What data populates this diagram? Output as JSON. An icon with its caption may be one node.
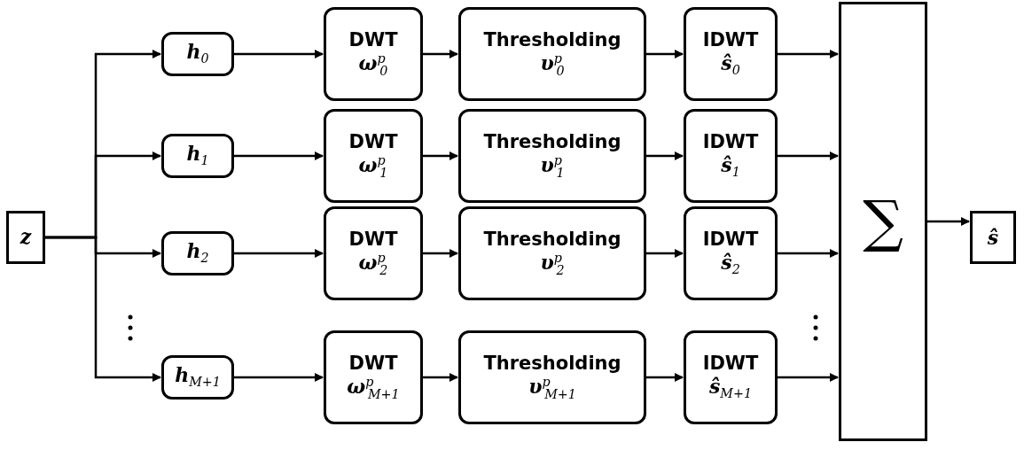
{
  "diagram": {
    "nodes": [
      {
        "text": [
          "**z**"
        ]
      },
      {
        "text": [
          "**h**$_{0}$"
        ]
      },
      {
        "text": [
          "DWT",
          "**ω**$^{p}$$_{0}$"
        ]
      },
      {
        "text": [
          "Thresholding",
          "**υ**$^{p}$$_{0}$"
        ]
      },
      {
        "text": [
          "IDWT",
          "**ŝ**$_{0}$"
        ]
      },
      {
        "text": [
          "**h**$_{1}$"
        ]
      },
      {
        "text": [
          "DWT",
          "**ω**$^{p}$$_{1}$"
        ]
      },
      {
        "text": [
          "Thresholding",
          "**υ**$^{p}$$_{1}$"
        ]
      },
      {
        "text": [
          "IDWT",
          "**ŝ**$_{1}$"
        ]
      },
      {
        "text": [
          "**h**$_{2}$"
        ]
      },
      {
        "text": [
          "DWT",
          "**ω**$^{p}$$_{2}$"
        ]
      },
      {
        "text": [
          "Thresholding",
          "**υ**$^{p}$$_{2}$"
        ]
      },
      {
        "text": [
          "IDWT",
          "**ŝ**$_{2}$"
        ]
      },
      {
        "text": [
          "**h**$_{M+1}$"
        ]
      },
      {
        "text": [
          "DWT",
          "**ω**$^{p}$$_{M+1}$"
        ]
      },
      {
        "text": [
          "Thresholding",
          "**υ**$^{p}$$_{M+1}$"
        ]
      },
      {
        "text": [
          "IDWT",
          "**ŝ**$_{M+1}$"
        ]
      },
      {
        "text": [
          "∑"
        ]
      },
      {
        "text": [
          "**ŝ**"
        ]
      }
    ],
    "edges": [
      {
        "from": 0,
        "to": 1,
        "arrow": "to"
      },
      {
        "from": 0,
        "to": 5,
        "arrow": "to"
      },
      {
        "from": 0,
        "to": 9,
        "arrow": "to"
      },
      {
        "from": 0,
        "to": 13,
        "arrow": "to"
      },
      {
        "from": 1,
        "to": 2,
        "arrow": "to"
      },
      {
        "from": 2,
        "to": 3,
        "arrow": "to"
      },
      {
        "from": 3,
        "to": 4,
        "arrow": "to"
      },
      {
        "from": 4,
        "to": 17,
        "arrow": "to"
      },
      {
        "from": 5,
        "to": 6,
        "arrow": "to"
      },
      {
        "from": 6,
        "to": 7,
        "arrow": "to"
      },
      {
        "from": 7,
        "to": 8,
        "arrow": "to"
      },
      {
        "from": 8,
        "to": 17,
        "arrow": "to"
      },
      {
        "from": 9,
        "to": 10,
        "arrow": "to"
      },
      {
        "from": 10,
        "to": 11,
        "arrow": "to"
      },
      {
        "from": 11,
        "to": 12,
        "arrow": "to"
      },
      {
        "from": 12,
        "to": 17,
        "arrow": "to"
      },
      {
        "from": 13,
        "to": 14,
        "arrow": "to"
      },
      {
        "from": 14,
        "to": 15,
        "arrow": "to"
      },
      {
        "from": 15,
        "to": 16,
        "arrow": "to"
      },
      {
        "from": 16,
        "to": 17,
        "arrow": "to"
      },
      {
        "from": 17,
        "to": 18,
        "arrow": "to"
      }
    ]
  }
}
